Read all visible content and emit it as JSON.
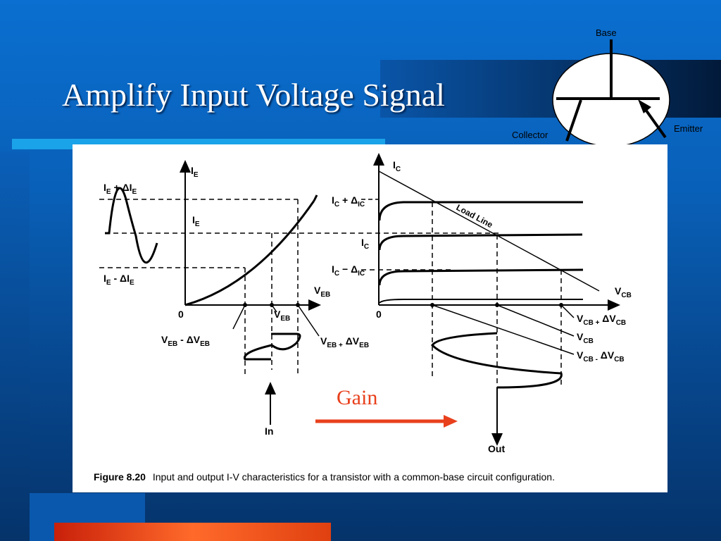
{
  "slide": {
    "title": "Amplify Input Voltage Signal",
    "gain_label": "Gain",
    "colors": {
      "background": "#0960b8",
      "title": "#ffffff",
      "gain": "#e8401c",
      "accent_bar": "#1aa3e8"
    }
  },
  "transistor": {
    "base": "Base",
    "collector": "Collector",
    "emitter": "Emitter"
  },
  "figure": {
    "caption_bold": "Figure 8.20",
    "caption_text": "Input and output I-V characteristics for a transistor with a common-base circuit configuration.",
    "input": {
      "y_axis": "I",
      "y_sub": "E",
      "x_axis": "V",
      "x_sub": "EB",
      "origin": "0",
      "ie_plus": {
        "main": "I",
        "sub": "E",
        "rest": " + ΔI",
        "sub2": "E"
      },
      "ie": {
        "main": "I",
        "sub": "E"
      },
      "ie_minus": {
        "main": "I",
        "sub": "E",
        "rest": " - ΔI",
        "sub2": "E"
      },
      "veb_minus": {
        "main": "V",
        "sub": "EB",
        "rest": " - ΔV",
        "sub2": "EB"
      },
      "veb": {
        "main": "V",
        "sub": "EB"
      },
      "veb_plus": {
        "main": "V",
        "sub": "EB +",
        "rest": " ΔV",
        "sub2": "EB"
      },
      "in_label": "In"
    },
    "output": {
      "y_axis": "I",
      "y_sub": "C",
      "x_axis": "V",
      "x_sub": "CB",
      "origin": "0",
      "load_line": "Load Line",
      "ic_plus": {
        "main": "I",
        "sub": "C",
        "rest": " + Δ",
        "sub2": "IC"
      },
      "ic": {
        "main": "I",
        "sub": "C"
      },
      "ic_minus": {
        "main": "I",
        "sub": "C",
        "rest": " − Δ",
        "sub2": "IC"
      },
      "vcb_plus": {
        "main": "V",
        "sub": "CB +",
        "rest": " ΔV",
        "sub2": "CB"
      },
      "vcb": {
        "main": "V",
        "sub": "CB"
      },
      "vcb_minus": {
        "main": "V",
        "sub": "CB -",
        "rest": " ΔV",
        "sub2": "CB"
      },
      "out_label": "Out"
    }
  }
}
